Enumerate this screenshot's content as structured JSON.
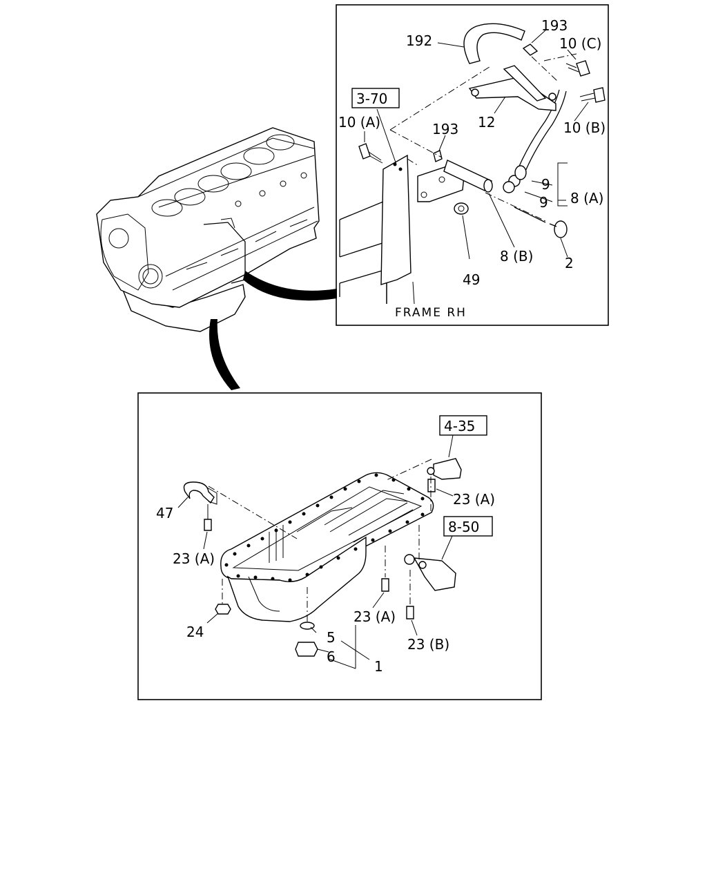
{
  "callouts": {
    "c192": "192",
    "c193a": "193",
    "c10c": "10 (C)",
    "ref370": "3-70",
    "c12": "12",
    "c10a": "10 (A)",
    "c193b": "193",
    "c10b": "10 (B)",
    "c9a": "9",
    "c9b": "9",
    "c8a": "8 (A)",
    "c49": "49",
    "c8b": "8 (B)",
    "c2": "2",
    "frame_rh": "FRAME RH",
    "ref435": "4-35",
    "c23a1": "23 (A)",
    "c47": "47",
    "c23a2": "23 (A)",
    "ref850": "8-50",
    "c23a3": "23 (A)",
    "c24": "24",
    "c5": "5",
    "c6": "6",
    "c1": "1",
    "c23b": "23 (B)"
  }
}
